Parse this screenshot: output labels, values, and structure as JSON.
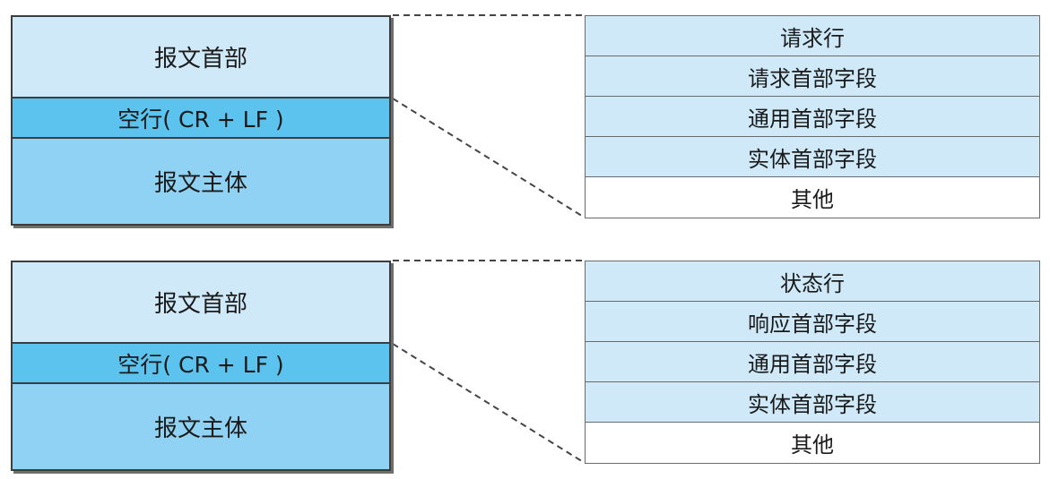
{
  "request": {
    "message": {
      "header": "报文首部",
      "blank_line": "空行( CR + LF )",
      "body": "报文主体"
    },
    "detail": [
      "请求行",
      "请求首部字段",
      "通用首部字段",
      "实体首部字段",
      "其他"
    ]
  },
  "response": {
    "message": {
      "header": "报文首部",
      "blank_line": "空行( CR + LF )",
      "body": "报文主体"
    },
    "detail": [
      "状态行",
      "响应首部字段",
      "通用首部字段",
      "实体首部字段",
      "其他"
    ]
  },
  "colors": {
    "header_bg": "#cfe9f9",
    "blank_line_bg": "#5cc3ee",
    "body_bg": "#8fd2f3",
    "other_bg": "#ffffff",
    "border": "#3d3d3d"
  }
}
